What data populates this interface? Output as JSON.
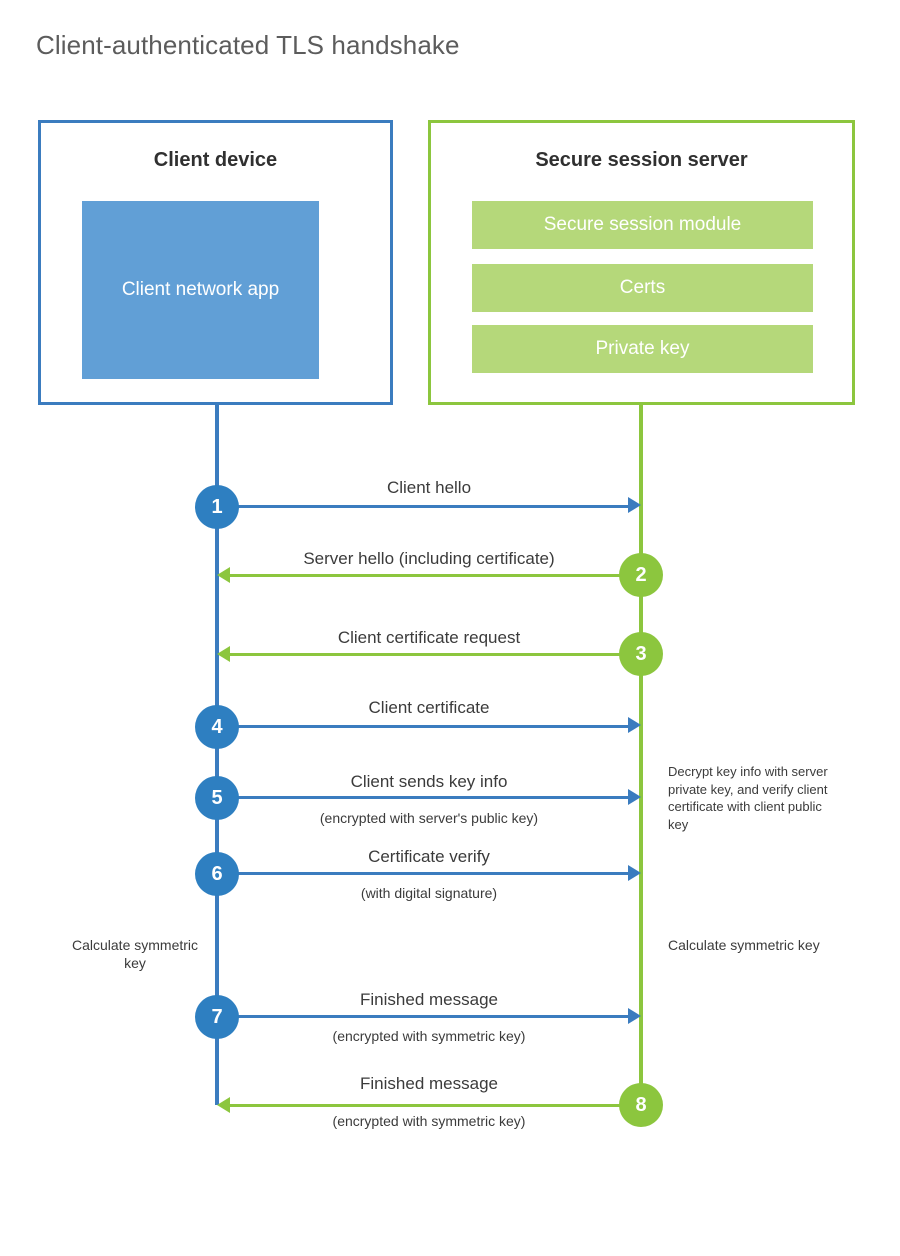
{
  "title": "Client-authenticated TLS handshake",
  "colors": {
    "client_border": "#3b7cbf",
    "client_app_fill": "#619fd6",
    "server_border": "#8cc63e",
    "server_bar_fill": "#b5d87a",
    "client_circle": "#2e7fc1",
    "server_circle": "#8cc63e",
    "title_text": "#5c5c5c",
    "body_text": "#3b3b3b"
  },
  "client": {
    "title": "Client device",
    "app_label": "Client network app"
  },
  "server": {
    "title": "Secure session server",
    "components": [
      "Secure session module",
      "Certs",
      "Private key"
    ]
  },
  "steps": [
    {
      "number": "1",
      "label": "Client hello",
      "sub": "",
      "direction": "right",
      "from": "client"
    },
    {
      "number": "2",
      "label": "Server hello (including certificate)",
      "sub": "",
      "direction": "left",
      "from": "server"
    },
    {
      "number": "3",
      "label": "Client certificate request",
      "sub": "",
      "direction": "left",
      "from": "server"
    },
    {
      "number": "4",
      "label": "Client certificate",
      "sub": "",
      "direction": "right",
      "from": "client"
    },
    {
      "number": "5",
      "label": "Client sends key info",
      "sub": "(encrypted with server's public key)",
      "direction": "right",
      "from": "client"
    },
    {
      "number": "6",
      "label": "Certificate verify",
      "sub": "(with digital signature)",
      "direction": "right",
      "from": "client"
    },
    {
      "number": "7",
      "label": "Finished message",
      "sub": "(encrypted with symmetric key)",
      "direction": "right",
      "from": "client"
    },
    {
      "number": "8",
      "label": "Finished message",
      "sub": "(encrypted with symmetric key)",
      "direction": "left",
      "from": "server"
    }
  ],
  "notes": {
    "server_processing": "Decrypt key info with server private key, and verify client certificate with client public key",
    "client_calculate": "Calculate symmetric key",
    "server_calculate": "Calculate symmetric key"
  }
}
